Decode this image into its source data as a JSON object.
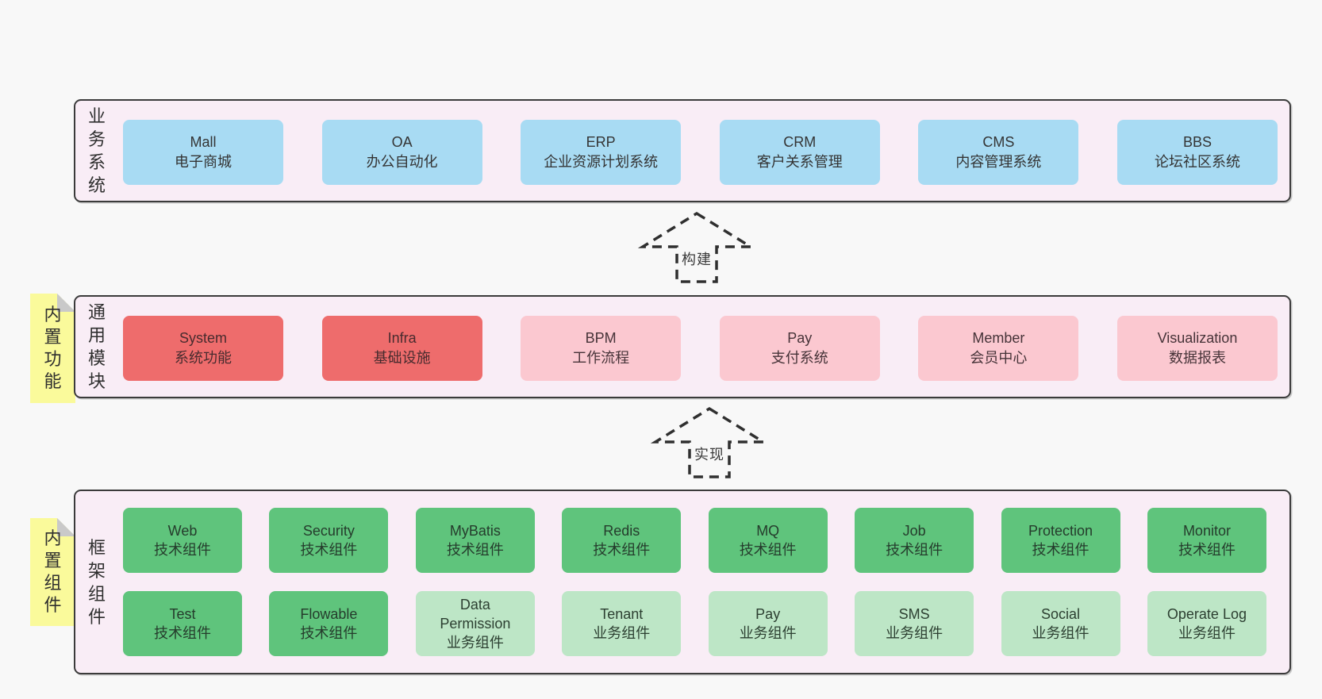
{
  "colors": {
    "page_bg": "#f8f8f8",
    "band_bg": "#f9edf6",
    "band_border": "#3b3b3b",
    "blue": "#a8dbf3",
    "red": "#ee6c6c",
    "pink": "#fbc8d0",
    "green": "#5fc47c",
    "light_green": "#bde6c6",
    "note_yellow": "#fafa9b",
    "note_fold": "#c9c9c9",
    "text": "#333333",
    "arrow": "#2f2f2f"
  },
  "bands": {
    "business": {
      "label": "业务系统",
      "boxes": [
        {
          "name": "Mall",
          "desc": "电子商城",
          "type": "blue"
        },
        {
          "name": "OA",
          "desc": "办公自动化",
          "type": "blue"
        },
        {
          "name": "ERP",
          "desc": "企业资源计划系统",
          "type": "blue"
        },
        {
          "name": "CRM",
          "desc": "客户关系管理",
          "type": "blue"
        },
        {
          "name": "CMS",
          "desc": "内容管理系统",
          "type": "blue"
        },
        {
          "name": "BBS",
          "desc": "论坛社区系统",
          "type": "blue"
        }
      ]
    },
    "modules": {
      "label": "通用模块",
      "note": "内置功能",
      "boxes": [
        {
          "name": "System",
          "desc": "系统功能",
          "type": "red"
        },
        {
          "name": "Infra",
          "desc": "基础设施",
          "type": "red"
        },
        {
          "name": "BPM",
          "desc": "工作流程",
          "type": "pink"
        },
        {
          "name": "Pay",
          "desc": "支付系统",
          "type": "pink"
        },
        {
          "name": "Member",
          "desc": "会员中心",
          "type": "pink"
        },
        {
          "name": "Visualization",
          "desc": "数据报表",
          "type": "pink"
        }
      ]
    },
    "framework": {
      "label": "框架组件",
      "note": "内置组件",
      "row1": [
        {
          "name": "Web",
          "desc": "技术组件",
          "type": "green"
        },
        {
          "name": "Security",
          "desc": "技术组件",
          "type": "green"
        },
        {
          "name": "MyBatis",
          "desc": "技术组件",
          "type": "green"
        },
        {
          "name": "Redis",
          "desc": "技术组件",
          "type": "green"
        },
        {
          "name": "MQ",
          "desc": "技术组件",
          "type": "green"
        },
        {
          "name": "Job",
          "desc": "技术组件",
          "type": "green"
        },
        {
          "name": "Protection",
          "desc": "技术组件",
          "type": "green"
        },
        {
          "name": "Monitor",
          "desc": "技术组件",
          "type": "green"
        }
      ],
      "row2": [
        {
          "name": "Test",
          "desc": "技术组件",
          "type": "green"
        },
        {
          "name": "Flowable",
          "desc": "技术组件",
          "type": "green"
        },
        {
          "name": "Data Permission",
          "desc": "业务组件",
          "type": "lightgreen"
        },
        {
          "name": "Tenant",
          "desc": "业务组件",
          "type": "lightgreen"
        },
        {
          "name": "Pay",
          "desc": "业务组件",
          "type": "lightgreen"
        },
        {
          "name": "SMS",
          "desc": "业务组件",
          "type": "lightgreen"
        },
        {
          "name": "Social",
          "desc": "业务组件",
          "type": "lightgreen"
        },
        {
          "name": "Operate Log",
          "desc": "业务组件",
          "type": "lightgreen"
        }
      ]
    }
  },
  "arrows": {
    "build": {
      "label": "构建"
    },
    "implement": {
      "label": "实现"
    }
  }
}
